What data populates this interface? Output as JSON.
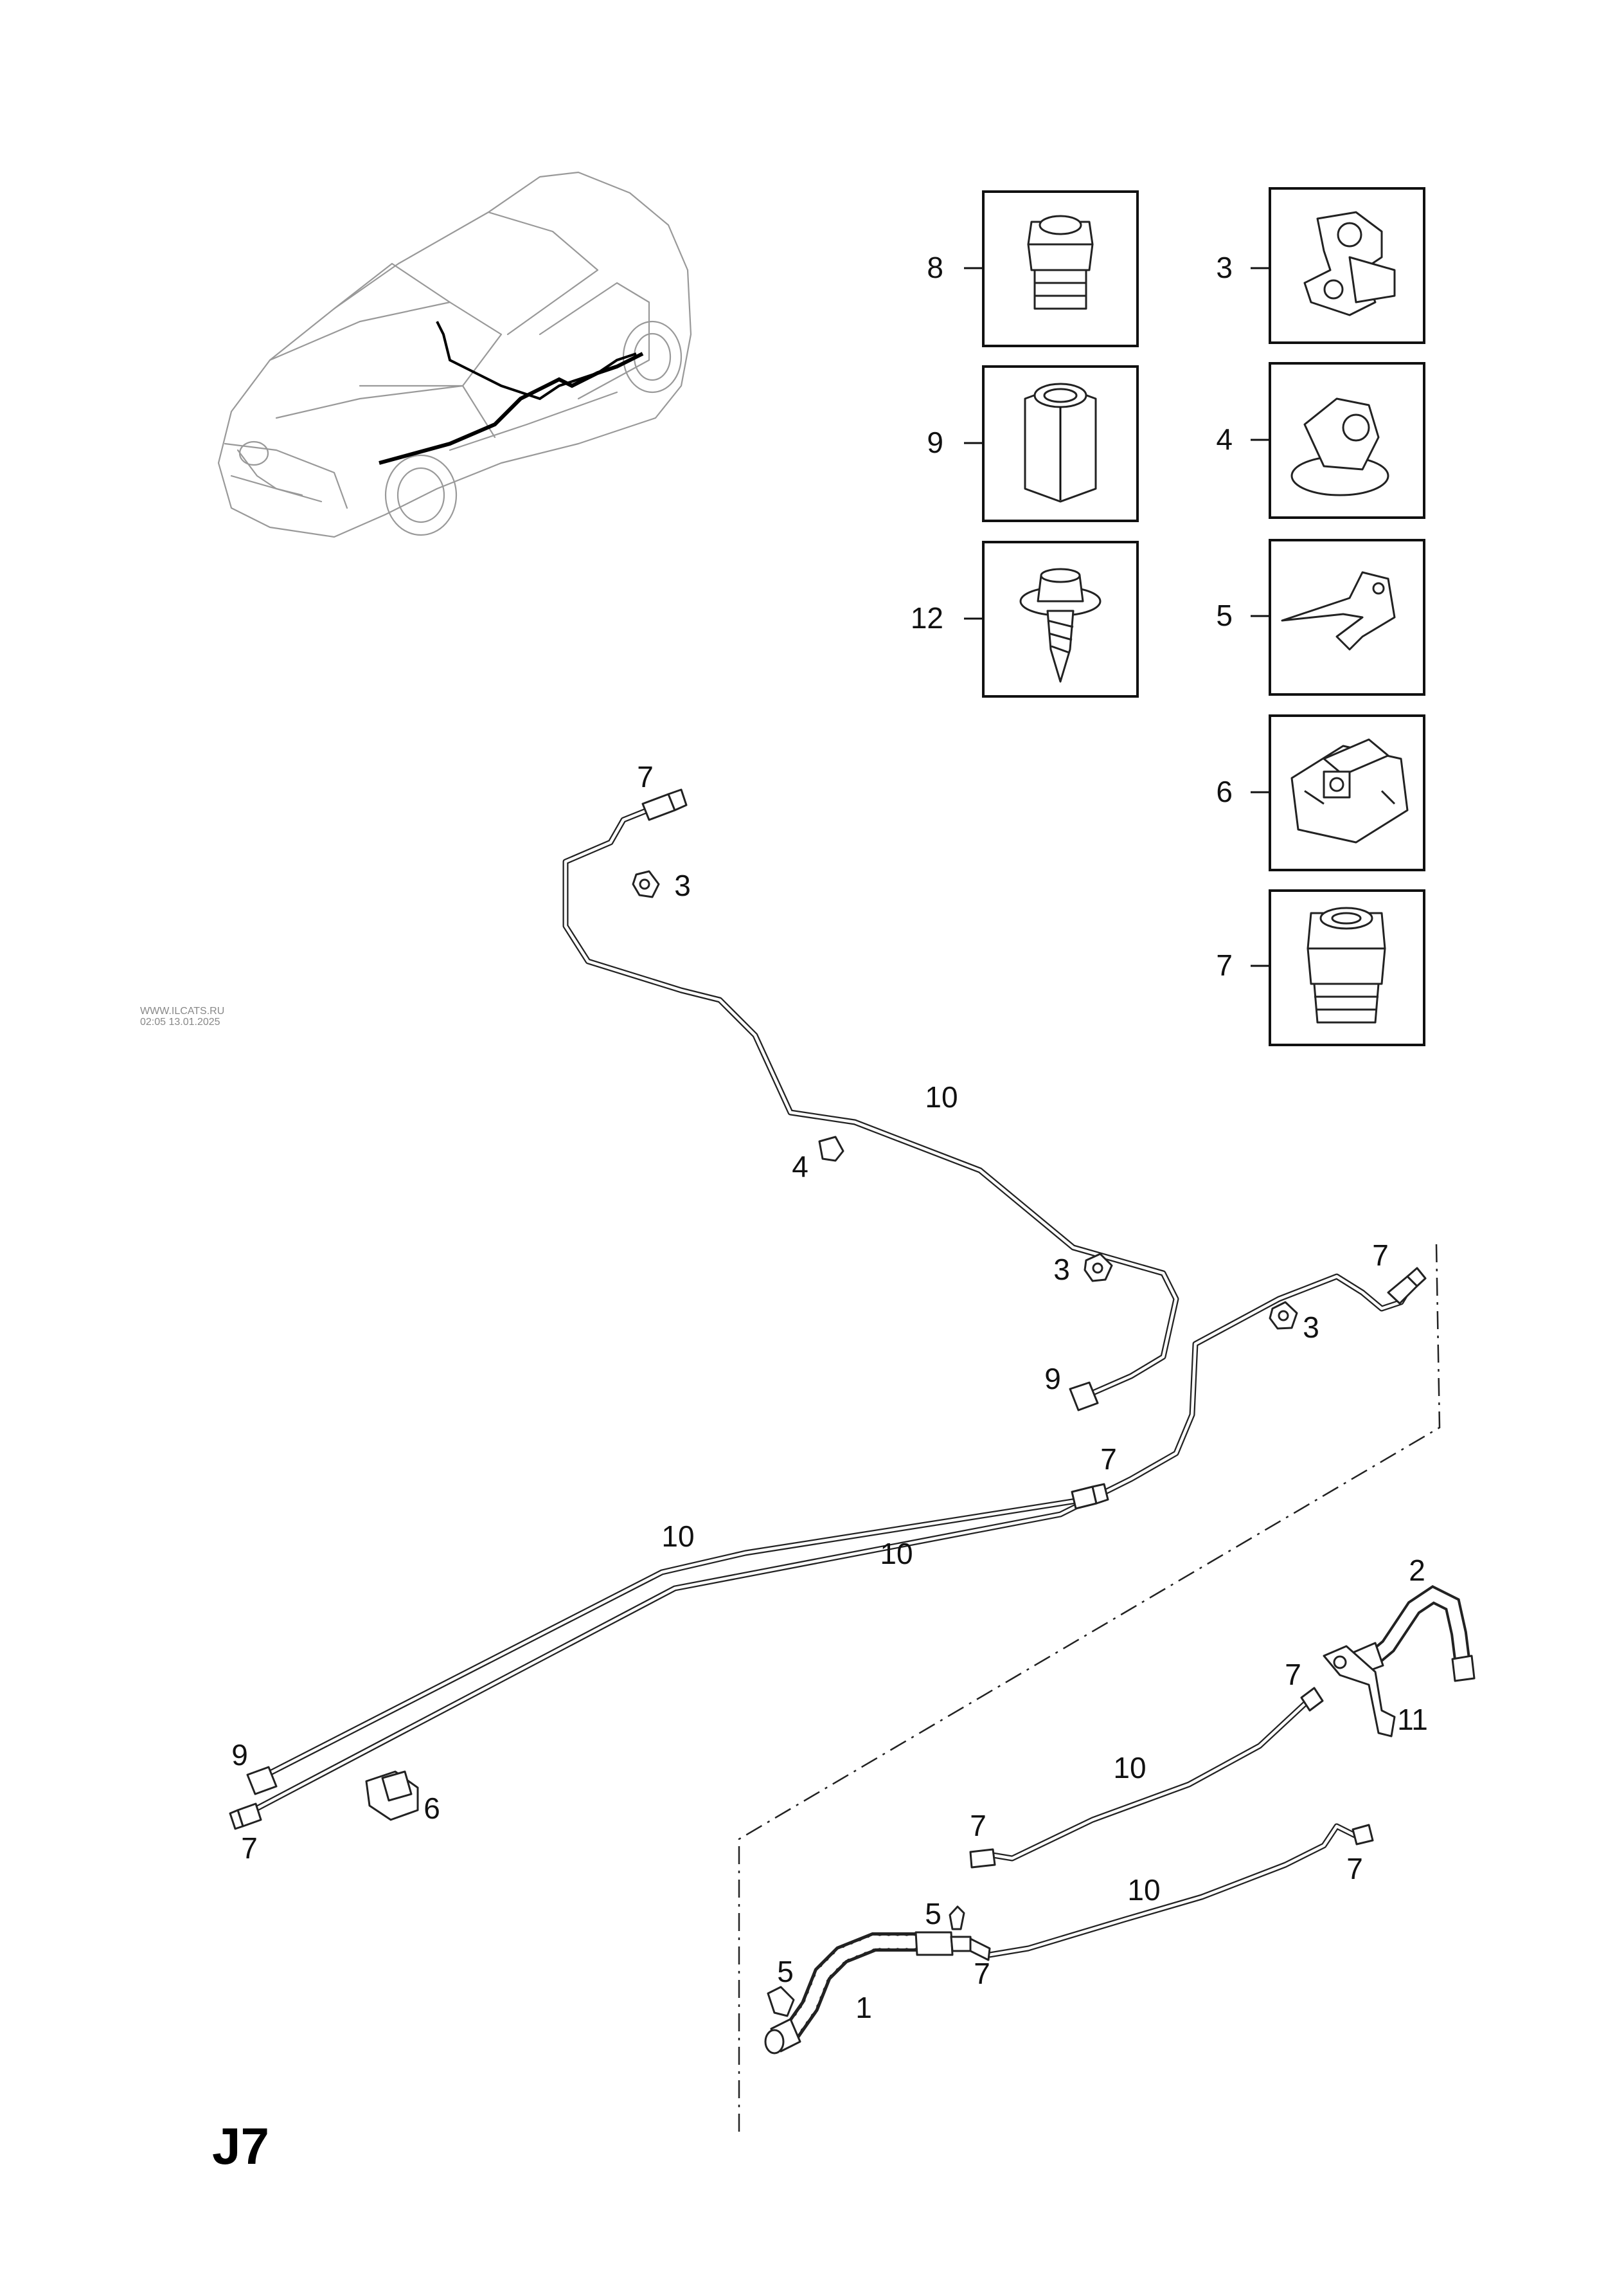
{
  "diagram": {
    "page_code": "J7",
    "watermark_line1": "WWW.ILCATS.RU",
    "watermark_line2": "02:05 13.01.2025"
  },
  "legend": [
    {
      "number": "8",
      "part": "fitting-nut"
    },
    {
      "number": "3",
      "part": "double-pipe-clip"
    },
    {
      "number": "9",
      "part": "hex-union-nut"
    },
    {
      "number": "4",
      "part": "pipe-clip"
    },
    {
      "number": "12",
      "part": "screw"
    },
    {
      "number": "5",
      "part": "retaining-clip"
    },
    {
      "number": "6",
      "part": "pipe-holder"
    },
    {
      "number": "7",
      "part": "threaded-fitting"
    }
  ],
  "callouts": [
    {
      "id": "c7a",
      "text": "7"
    },
    {
      "id": "c3a",
      "text": "3"
    },
    {
      "id": "c10a",
      "text": "10"
    },
    {
      "id": "c4a",
      "text": "4"
    },
    {
      "id": "c3b",
      "text": "3"
    },
    {
      "id": "c9a",
      "text": "9"
    },
    {
      "id": "c7b",
      "text": "7"
    },
    {
      "id": "c3c",
      "text": "3"
    },
    {
      "id": "c7c",
      "text": "7"
    },
    {
      "id": "c10b",
      "text": "10"
    },
    {
      "id": "c10c",
      "text": "10"
    },
    {
      "id": "c9b",
      "text": "9"
    },
    {
      "id": "c7d",
      "text": "7"
    },
    {
      "id": "c6a",
      "text": "6"
    },
    {
      "id": "c2a",
      "text": "2"
    },
    {
      "id": "c7e",
      "text": "7"
    },
    {
      "id": "c11a",
      "text": "11"
    },
    {
      "id": "c10d",
      "text": "10"
    },
    {
      "id": "c7f",
      "text": "7"
    },
    {
      "id": "c10e",
      "text": "10"
    },
    {
      "id": "c7g",
      "text": "7"
    },
    {
      "id": "c5a",
      "text": "5"
    },
    {
      "id": "c7h",
      "text": "7"
    },
    {
      "id": "c5b",
      "text": "5"
    },
    {
      "id": "c1a",
      "text": "1"
    }
  ]
}
